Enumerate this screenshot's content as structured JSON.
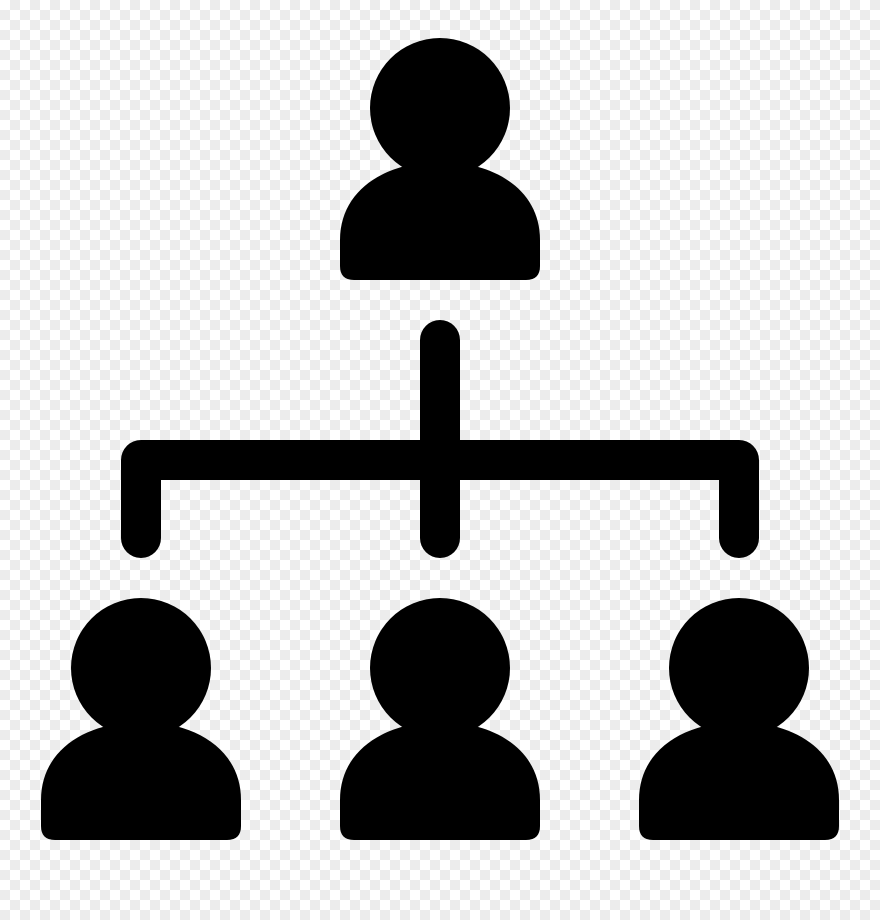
{
  "diagram": {
    "type": "org-chart-icon",
    "nodes": [
      {
        "id": "top",
        "role": "manager",
        "icon": "person-icon"
      },
      {
        "id": "left",
        "role": "subordinate",
        "icon": "person-icon"
      },
      {
        "id": "middle",
        "role": "subordinate",
        "icon": "person-icon"
      },
      {
        "id": "right",
        "role": "subordinate",
        "icon": "person-icon"
      }
    ],
    "edges": [
      {
        "from": "top",
        "to": "left"
      },
      {
        "from": "top",
        "to": "middle"
      },
      {
        "from": "top",
        "to": "right"
      }
    ],
    "colors": {
      "icon_fill": "#000000",
      "background": "#ffffff",
      "checker": "#ececec"
    }
  }
}
